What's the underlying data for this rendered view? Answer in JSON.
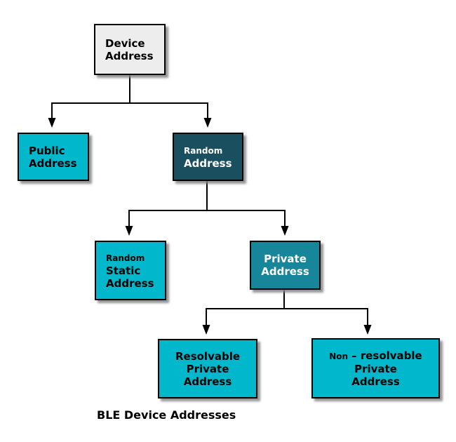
{
  "diagram": {
    "caption": "BLE Device Addresses",
    "colors": {
      "background": "#ffffff",
      "connector": "#000000",
      "node_gray": "#ededed",
      "node_cyan": "#00b7cc",
      "node_dark_teal": "#1a4f60",
      "node_teal": "#17869a",
      "text_dark": "#000000",
      "text_light": "#ffffff"
    },
    "nodes": {
      "device_address": {
        "line1": "Device",
        "line2": "Address"
      },
      "public_address": {
        "line1": "Public",
        "line2": "Address"
      },
      "random_address": {
        "line1": "Random",
        "line2": "Address"
      },
      "random_static_address": {
        "line1": "Random",
        "line2": "Static",
        "line3": "Address"
      },
      "private_address": {
        "line1": "Private",
        "line2": "Address"
      },
      "resolvable_private_address": {
        "line1": "Resolvable",
        "line2": "Private",
        "line3": "Address"
      },
      "non_resolvable_private_address": {
        "line1_small": "Non",
        "line1_rest": "– resolvable",
        "line2": "Private",
        "line3": "Address"
      }
    },
    "edges": [
      {
        "from": "device_address",
        "to": "public_address"
      },
      {
        "from": "device_address",
        "to": "random_address"
      },
      {
        "from": "random_address",
        "to": "random_static_address"
      },
      {
        "from": "random_address",
        "to": "private_address"
      },
      {
        "from": "private_address",
        "to": "resolvable_private_address"
      },
      {
        "from": "private_address",
        "to": "non_resolvable_private_address"
      }
    ]
  }
}
